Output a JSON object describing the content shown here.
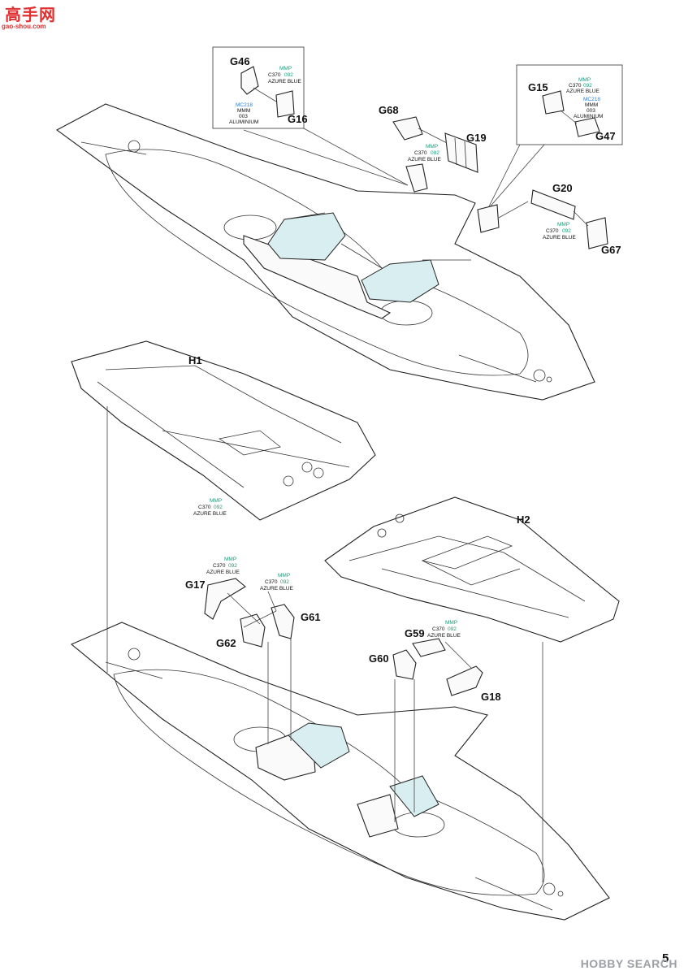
{
  "watermark": {
    "logo_cn": "高手网",
    "logo_url": "gao-shou.com",
    "hobby_search": "HOBBY SEARCH"
  },
  "page_number": "5",
  "parts": {
    "G46": "G46",
    "G16": "G16",
    "G68": "G68",
    "G19": "G19",
    "G15": "G15",
    "G47": "G47",
    "G20": "G20",
    "G67": "G67",
    "H1": "H1",
    "H2": "H2",
    "G17": "G17",
    "G61": "G61",
    "G62": "G62",
    "G59": "G59",
    "G60": "G60",
    "G18": "G18"
  },
  "colors": {
    "azure": {
      "mmp": "MMP",
      "code": "C370",
      "num": "092",
      "name": "AZURE BLUE"
    },
    "alu": {
      "mc": "MC218",
      "mmm": "MMM",
      "num": "003",
      "name": "ALUMINIUM"
    }
  },
  "palette": {
    "mmp_green": "#1a9a7a",
    "mc_blue": "#2a7bd0"
  }
}
